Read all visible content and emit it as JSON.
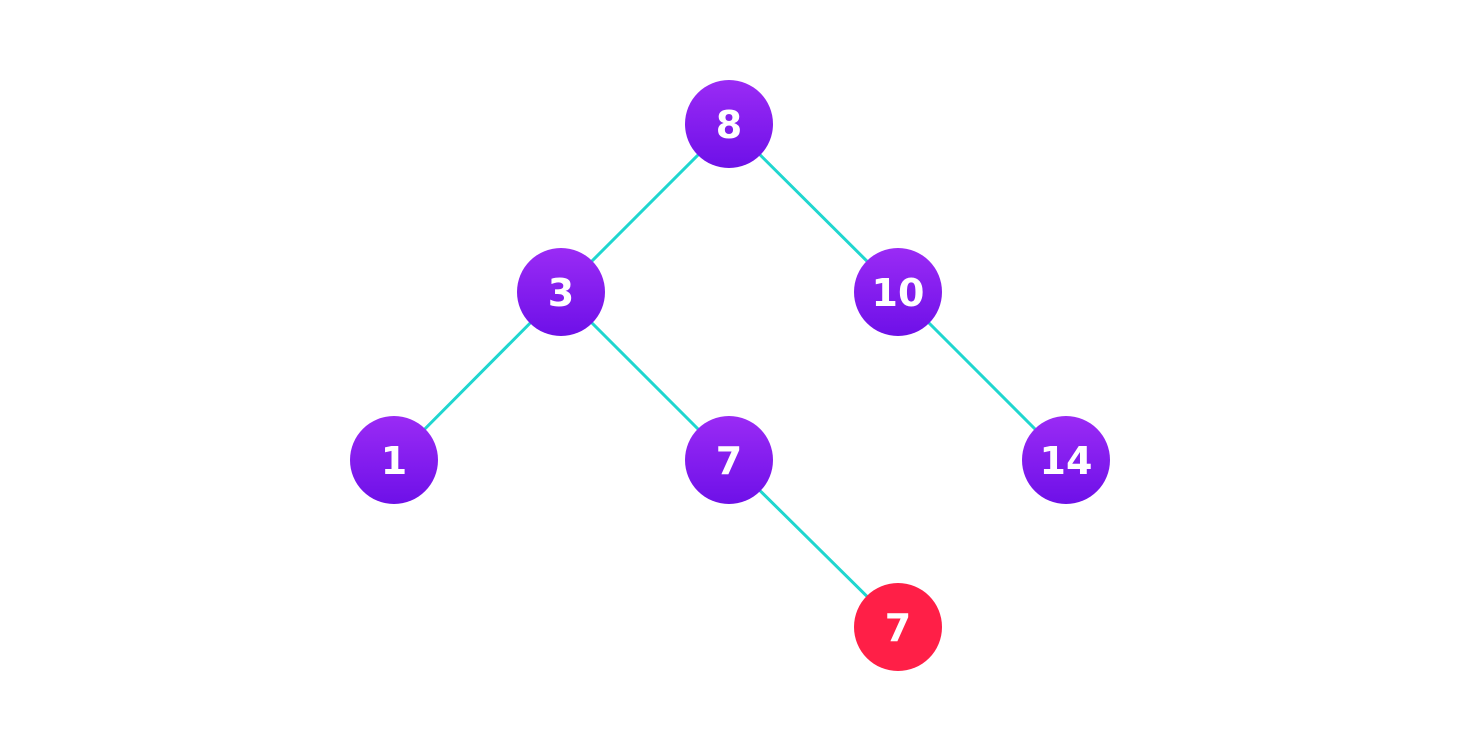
{
  "colors": {
    "edge": "#1fd6cf",
    "node_top": "#9a2bf5",
    "node_bottom": "#6e10e8",
    "highlight": "#ff1f47",
    "label": "#ffffff"
  },
  "tree": {
    "nodes": [
      {
        "id": "n8",
        "label": "8",
        "highlighted": false
      },
      {
        "id": "n3",
        "label": "3",
        "highlighted": false
      },
      {
        "id": "n10",
        "label": "10",
        "highlighted": false
      },
      {
        "id": "n1",
        "label": "1",
        "highlighted": false
      },
      {
        "id": "n7",
        "label": "7",
        "highlighted": false
      },
      {
        "id": "n14",
        "label": "14",
        "highlighted": false
      },
      {
        "id": "n7b",
        "label": "7",
        "highlighted": true
      }
    ],
    "edges": [
      {
        "from": "n8",
        "to": "n3"
      },
      {
        "from": "n8",
        "to": "n10"
      },
      {
        "from": "n3",
        "to": "n1"
      },
      {
        "from": "n3",
        "to": "n7"
      },
      {
        "from": "n10",
        "to": "n14"
      },
      {
        "from": "n7",
        "to": "n7b"
      }
    ]
  }
}
